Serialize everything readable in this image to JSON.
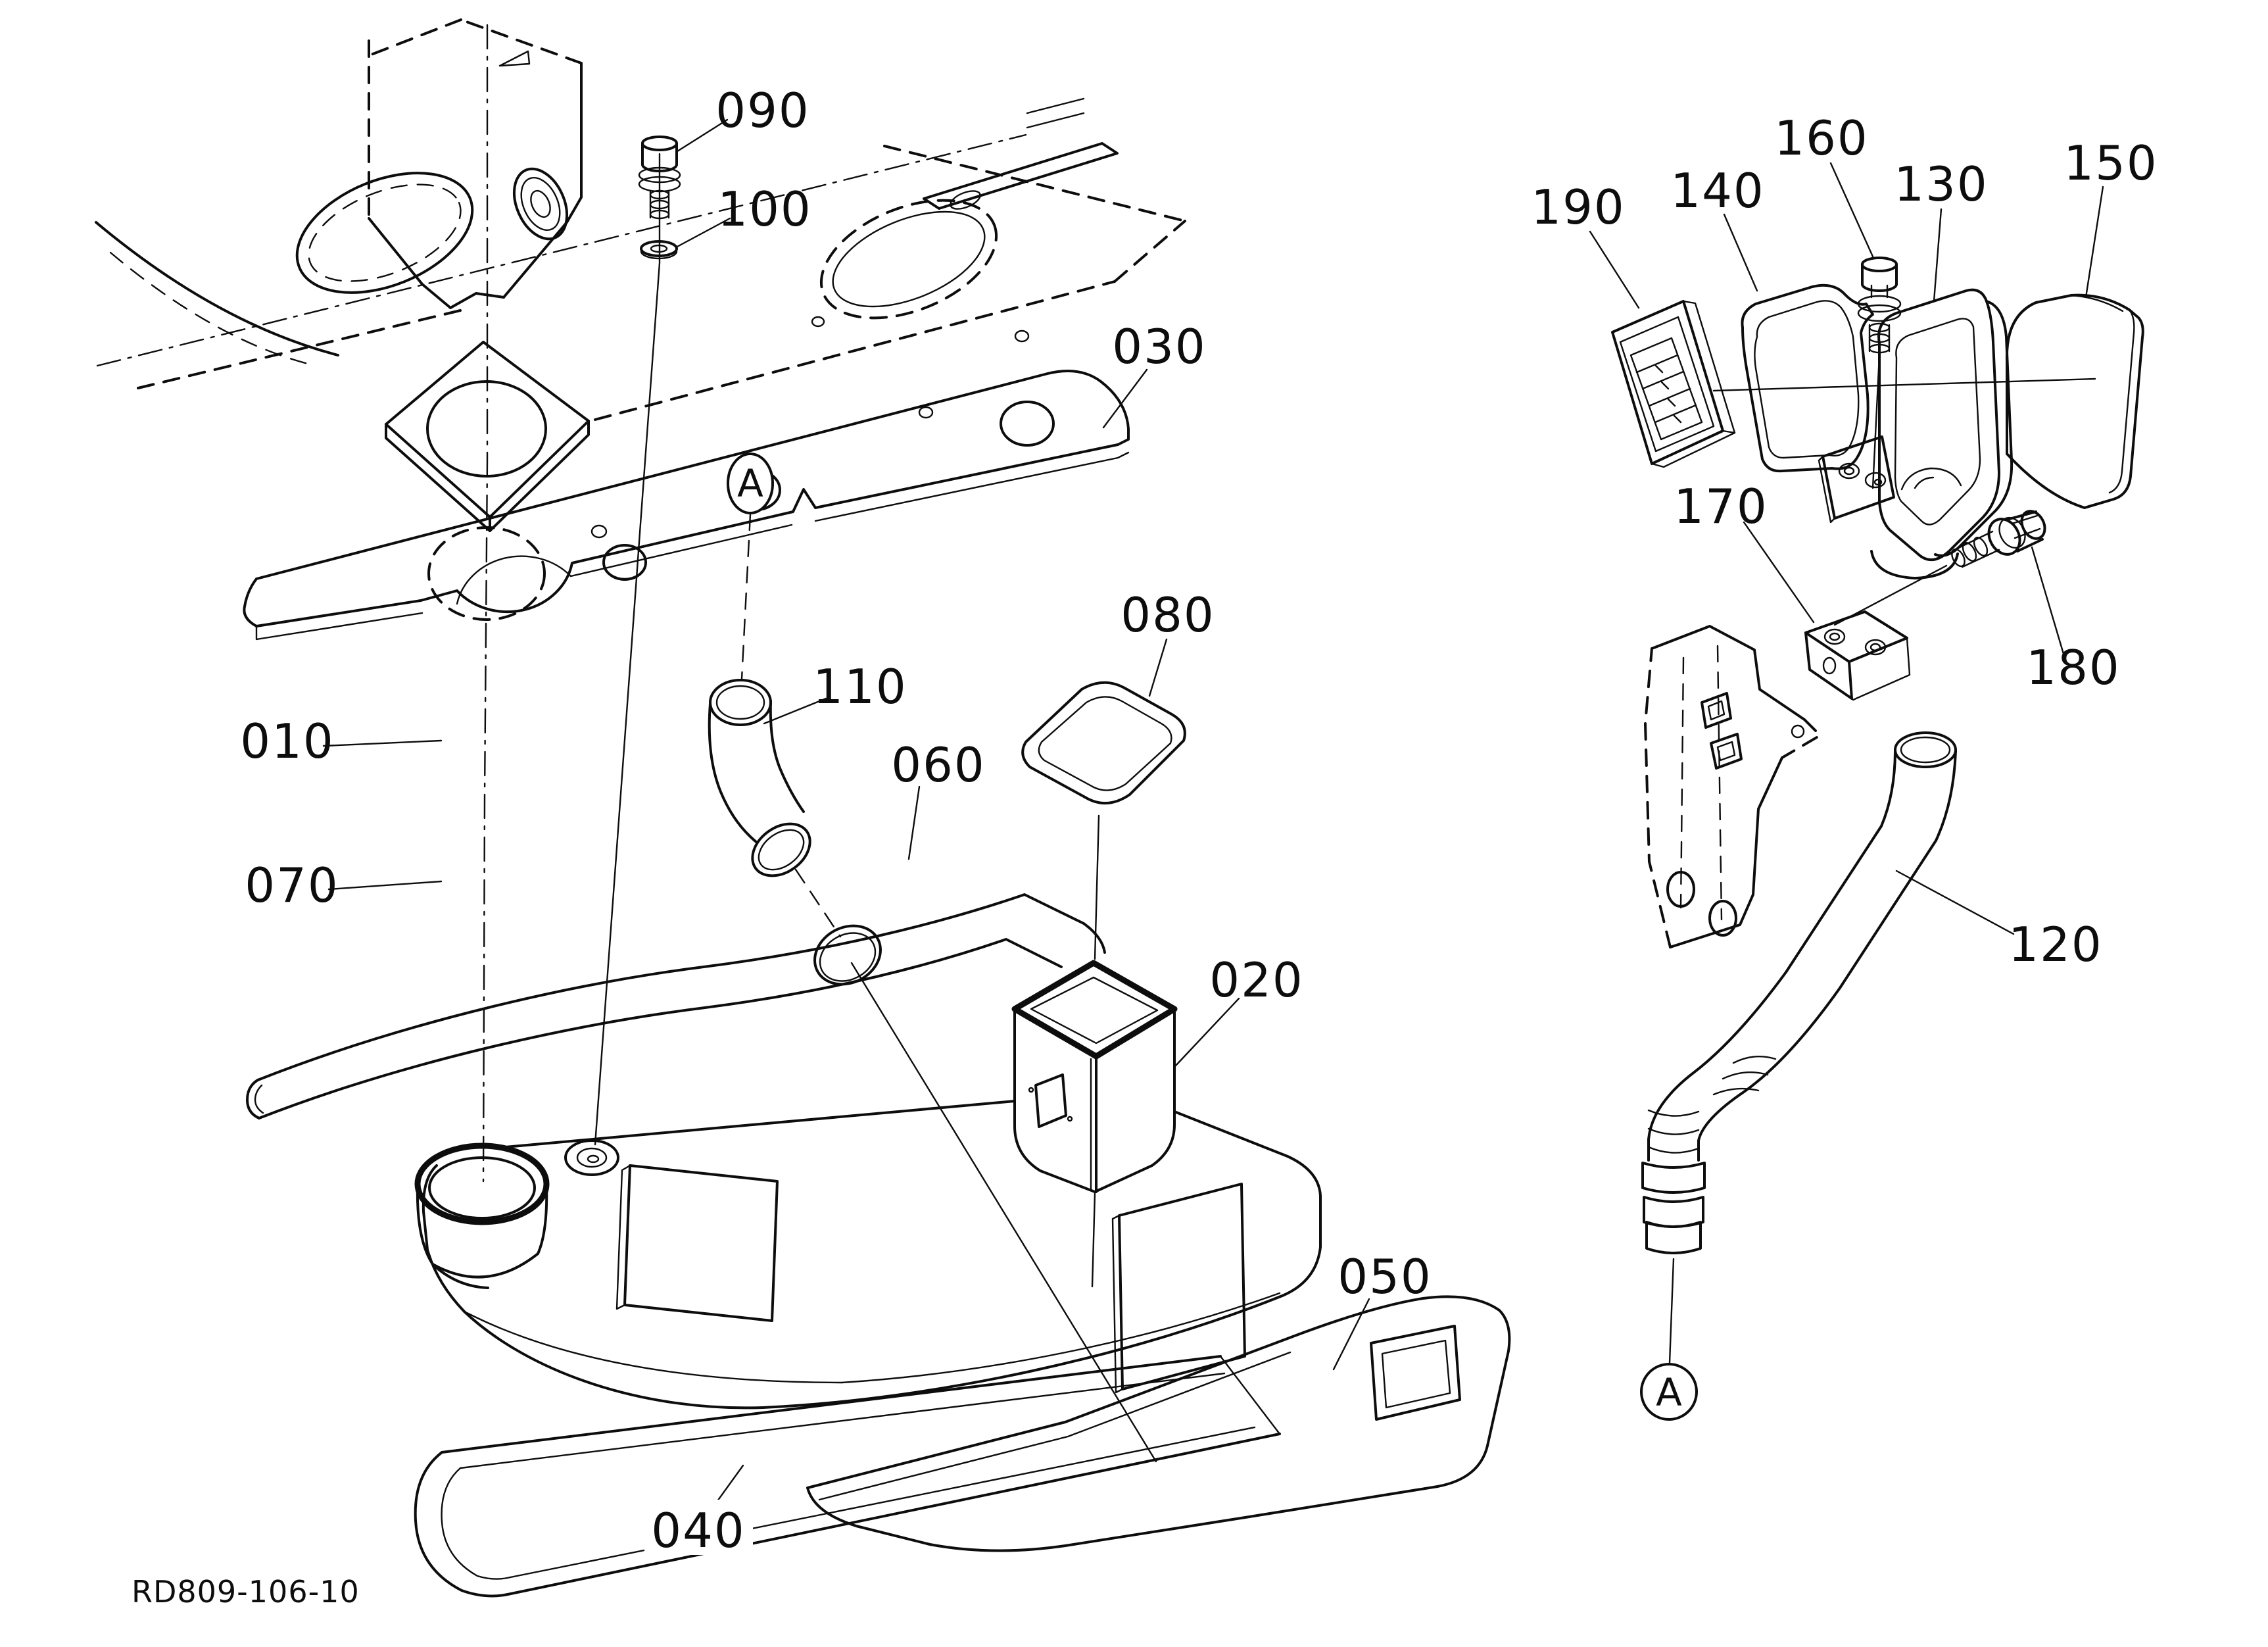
{
  "part_labels": {
    "p010": "010",
    "p020": "020",
    "p030": "030",
    "p040": "040",
    "p050": "050",
    "p060": "060",
    "p070": "070",
    "p080": "080",
    "p090": "090",
    "p100": "100",
    "p110": "110",
    "p120": "120",
    "p130": "130",
    "p140": "140",
    "p150": "150",
    "p160": "160",
    "p170": "170",
    "p180": "180",
    "p190": "190"
  },
  "detail_markers": {
    "left": "A",
    "right": "A"
  },
  "footer": {
    "drawing_code": "RD809-106-10"
  },
  "colors": {
    "line": "#0d0d0d",
    "background": "#ffffff"
  }
}
